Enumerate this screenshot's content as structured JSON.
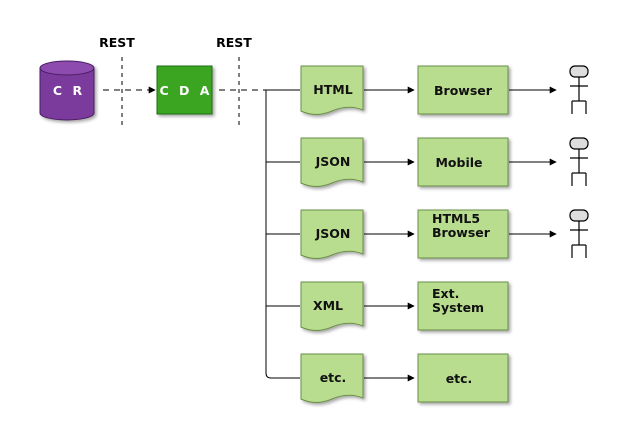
{
  "sources": {
    "cr_label": "C R",
    "cda_label": "C D A"
  },
  "rest_labels": [
    "REST",
    "REST"
  ],
  "formats": [
    "HTML",
    "JSON",
    "JSON",
    "XML",
    "etc."
  ],
  "targets": [
    "Browser",
    "Mobile",
    "HTML5\nBrowser",
    "Ext.\nSystem",
    "etc."
  ],
  "colors": {
    "cr_fill": "#7a3a9c",
    "cda_fill": "#3aa524",
    "node_fill": "#b9dd8f",
    "node_stroke": "#6b8f4a",
    "line": "#000000"
  },
  "icons": [
    "cylinder-database-icon",
    "document-icon",
    "actor-stick-figure-icon"
  ]
}
